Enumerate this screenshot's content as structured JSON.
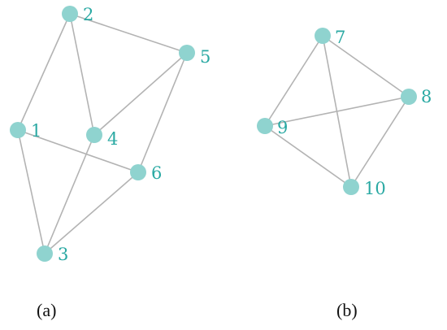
{
  "colors": {
    "node_fill": "#8fd3cf",
    "label_color": "#2aa9a3",
    "edge_color": "#b3b3b3",
    "caption_color": "#111111"
  },
  "graphs": [
    {
      "caption": "(a)",
      "nodes": [
        {
          "id": "1",
          "label": "1"
        },
        {
          "id": "2",
          "label": "2"
        },
        {
          "id": "3",
          "label": "3"
        },
        {
          "id": "4",
          "label": "4"
        },
        {
          "id": "5",
          "label": "5"
        },
        {
          "id": "6",
          "label": "6"
        }
      ],
      "edges": [
        [
          "2",
          "5"
        ],
        [
          "2",
          "1"
        ],
        [
          "2",
          "4"
        ],
        [
          "5",
          "4"
        ],
        [
          "5",
          "6"
        ],
        [
          "1",
          "6"
        ],
        [
          "1",
          "3"
        ],
        [
          "4",
          "3"
        ],
        [
          "6",
          "3"
        ]
      ]
    },
    {
      "caption": "(b)",
      "nodes": [
        {
          "id": "7",
          "label": "7"
        },
        {
          "id": "8",
          "label": "8"
        },
        {
          "id": "9",
          "label": "9"
        },
        {
          "id": "10",
          "label": "10"
        }
      ],
      "edges": [
        [
          "7",
          "8"
        ],
        [
          "7",
          "9"
        ],
        [
          "7",
          "10"
        ],
        [
          "9",
          "8"
        ],
        [
          "9",
          "10"
        ],
        [
          "8",
          "10"
        ]
      ]
    }
  ]
}
